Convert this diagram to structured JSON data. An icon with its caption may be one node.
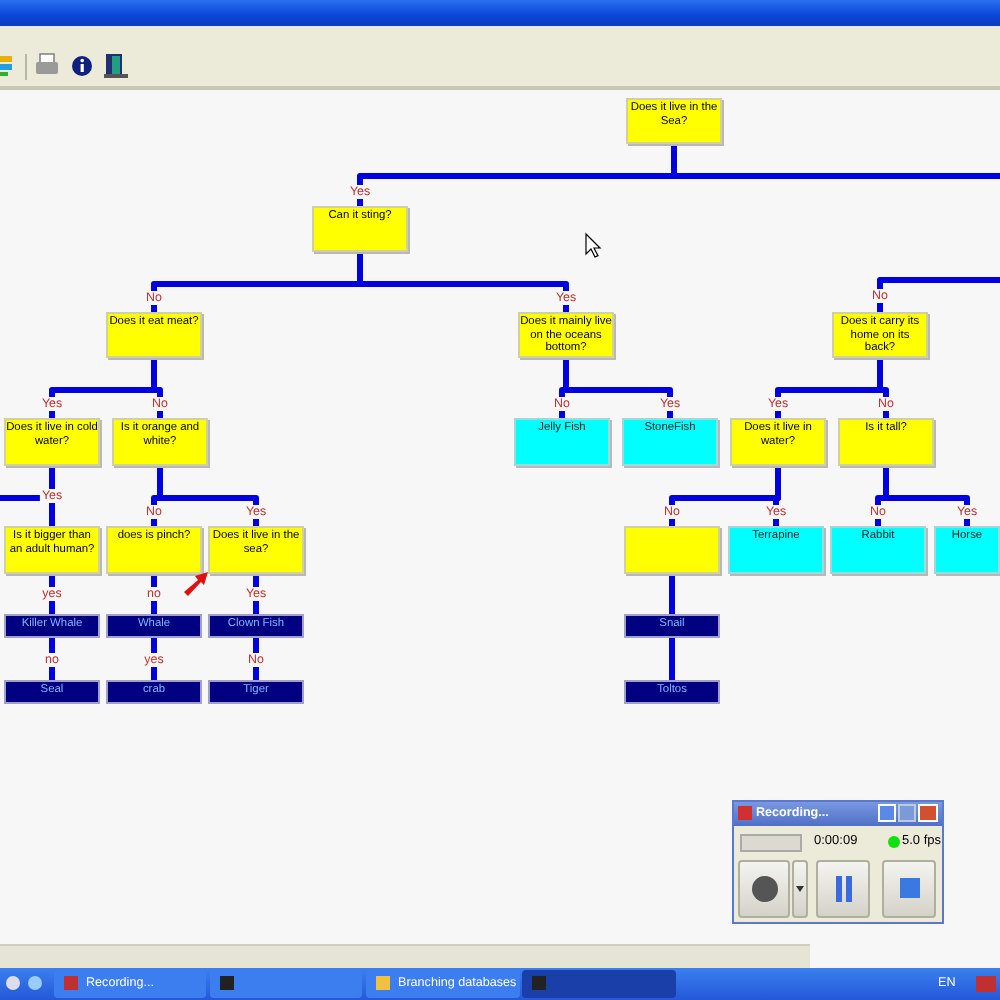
{
  "diagram": {
    "nodes": [
      {
        "text": [
          "Does it live in the Sea?"
        ]
      },
      {
        "text": [
          "Can it sting?"
        ]
      },
      {
        "text": [
          "Does it eat meat?"
        ]
      },
      {
        "text": [
          "Does it mainly live on the oceans bottom?"
        ]
      },
      {
        "text": [
          "Does it carry its home on its back?"
        ]
      },
      {
        "text": [
          "Does it live in cold water?"
        ]
      },
      {
        "text": [
          "Is it orange and white?"
        ]
      },
      {
        "text": [
          "Jelly Fish"
        ]
      },
      {
        "text": [
          "StoneFish"
        ]
      },
      {
        "text": [
          "Does it live in water?"
        ]
      },
      {
        "text": [
          "Is it tall?"
        ]
      },
      {
        "text": [
          "Is it bigger than an adult human?"
        ]
      },
      {
        "text": [
          "does is pinch?"
        ]
      },
      {
        "text": [
          "Does it live in the sea?"
        ]
      },
      {
        "text": [],
        "shape": "box"
      },
      {
        "text": [
          "Terrapine"
        ]
      },
      {
        "text": [
          "Rabbit"
        ]
      },
      {
        "text": [
          "Horse"
        ]
      },
      {
        "text": [
          "Killer Whale"
        ]
      },
      {
        "text": [
          "Whale"
        ]
      },
      {
        "text": [
          "Clown Fish"
        ]
      },
      {
        "text": [
          "Snail"
        ]
      },
      {
        "text": [
          "Seal"
        ]
      },
      {
        "text": [
          "crab"
        ]
      },
      {
        "text": [
          "Tiger"
        ]
      },
      {
        "text": [
          "Toltos"
        ]
      }
    ],
    "edges": [
      {
        "from": 0,
        "to": 1,
        "arrow": "none",
        "label": "Yes"
      },
      {
        "from": 0,
        "to": null,
        "arrow": "none"
      },
      {
        "from": 1,
        "to": 2,
        "arrow": "none",
        "label": "No"
      },
      {
        "from": 1,
        "to": 3,
        "arrow": "none",
        "label": "Yes"
      },
      {
        "from": null,
        "to": 4,
        "arrow": "none",
        "label": "No"
      },
      {
        "from": 2,
        "to": 5,
        "arrow": "none",
        "label": "Yes"
      },
      {
        "from": 2,
        "to": 6,
        "arrow": "none",
        "label": "No"
      },
      {
        "from": 3,
        "to": 7,
        "arrow": "none",
        "label": "No"
      },
      {
        "from": 3,
        "to": 8,
        "arrow": "none",
        "label": "Yes"
      },
      {
        "from": 4,
        "to": 9,
        "arrow": "none",
        "label": "Yes"
      },
      {
        "from": 4,
        "to": 10,
        "arrow": "none",
        "label": "No"
      },
      {
        "from": 5,
        "to": 11,
        "arrow": "none",
        "label": "Yes"
      },
      {
        "from": 5,
        "to": null,
        "arrow": "none"
      },
      {
        "from": 6,
        "to": 12,
        "arrow": "none",
        "label": "No"
      },
      {
        "from": 6,
        "to": 13,
        "arrow": "none",
        "label": "Yes"
      },
      {
        "from": 9,
        "to": 14,
        "arrow": "none",
        "label": "No"
      },
      {
        "from": 9,
        "to": 15,
        "arrow": "none",
        "label": "Yes"
      },
      {
        "from": 10,
        "to": 16,
        "arrow": "none",
        "label": "No"
      },
      {
        "from": 10,
        "to": 17,
        "arrow": "none",
        "label": "Yes"
      },
      {
        "from": 11,
        "to": 18,
        "arrow": "none",
        "label": "yes"
      },
      {
        "from": 12,
        "to": 19,
        "arrow": "none",
        "label": "no"
      },
      {
        "from": 13,
        "to": 20,
        "arrow": "none",
        "label": "Yes"
      },
      {
        "from": 14,
        "to": 21,
        "arrow": "none"
      },
      {
        "from": 18,
        "to": 22,
        "arrow": "none",
        "label": "no"
      },
      {
        "from": 19,
        "to": 23,
        "arrow": "none",
        "label": "yes"
      },
      {
        "from": 20,
        "to": 24,
        "arrow": "none",
        "label": "No"
      },
      {
        "from": 21,
        "to": 25,
        "arrow": "none"
      }
    ],
    "labels": [
      "Recording...",
      "0:00:09",
      "5.0 fps",
      "Recording...",
      "Branching databases",
      "EN"
    ]
  }
}
